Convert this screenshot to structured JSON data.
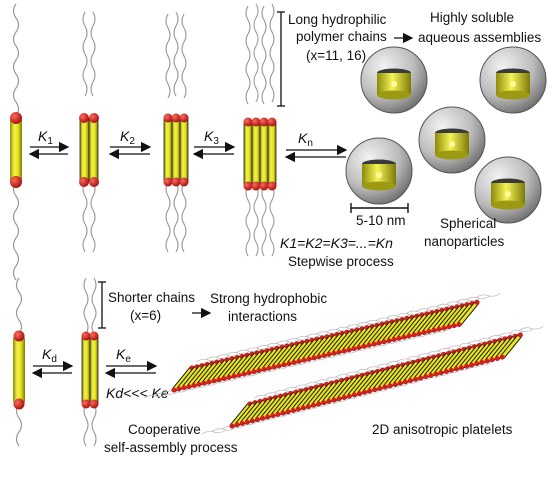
{
  "labels": {
    "long_chains_line1": "Long hydrophilic",
    "long_chains_line2": "polymer chains",
    "long_chains_x": "(x=11, 16)",
    "soluble_line1": "Highly soluble",
    "soluble_line2": "aqueous assemblies",
    "size_bar": "5-10 nm",
    "spherical_line1": "Spherical",
    "spherical_line2": "nanoparticles",
    "equality": "K1=K2=K3=...=Kn",
    "stepwise": "Stepwise process",
    "shorter_line1": "Shorter chains",
    "shorter_line2": "(x=6)",
    "hydrophobic_line1": "Strong hydrophobic",
    "hydrophobic_line2": "interactions",
    "kd_ke_relation": "Kd<<< Ke",
    "coop_line1": "Cooperative",
    "coop_line2": "self-assembly process",
    "platelets": "2D anisotropic platelets"
  },
  "constants": {
    "k1": {
      "main": "K",
      "sub": "1"
    },
    "k2": {
      "main": "K",
      "sub": "2"
    },
    "k3": {
      "main": "K",
      "sub": "3"
    },
    "kn": {
      "main": "K",
      "sub": "n"
    },
    "kd": {
      "main": "K",
      "sub": "d"
    },
    "ke": {
      "main": "K",
      "sub": "e"
    }
  },
  "colors": {
    "rod": "#e8e61e",
    "rod_dark": "#1a1a1a",
    "cap": "#d91c1c",
    "chain": "#9a9a9a",
    "sphere": "#bdbdbd"
  }
}
